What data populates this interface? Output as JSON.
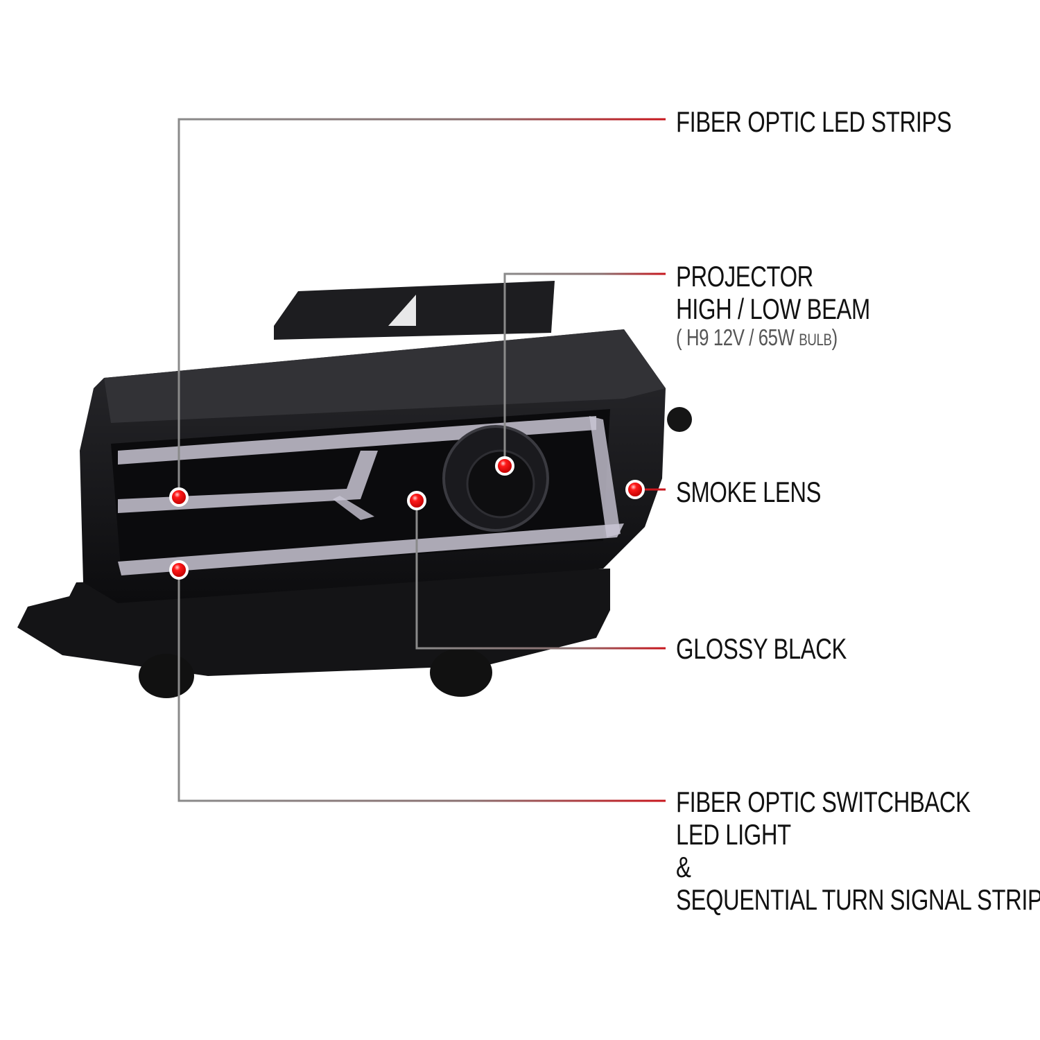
{
  "callouts": [
    {
      "id": "fiber-optic-led-strips",
      "lines": [
        "FIBER OPTIC LED STRIPS"
      ]
    },
    {
      "id": "projector",
      "lines": [
        "PROJECTOR",
        "HIGH / LOW BEAM"
      ],
      "note": {
        "open": "(",
        "main": "H9  12V / 65W",
        "small": "BULB",
        "close": ")"
      }
    },
    {
      "id": "smoke-lens",
      "lines": [
        "SMOKE LENS"
      ]
    },
    {
      "id": "glossy-black",
      "lines": [
        "GLOSSY BLACK"
      ]
    },
    {
      "id": "switchback",
      "lines": [
        "FIBER OPTIC SWITCHBACK",
        "LED LIGHT",
        "&",
        "SEQUENTIAL TURN SIGNAL STRIP"
      ]
    }
  ],
  "colors": {
    "accent": "#c8161d",
    "leader_start": "#8a8a8a",
    "marker": "#e00000"
  }
}
